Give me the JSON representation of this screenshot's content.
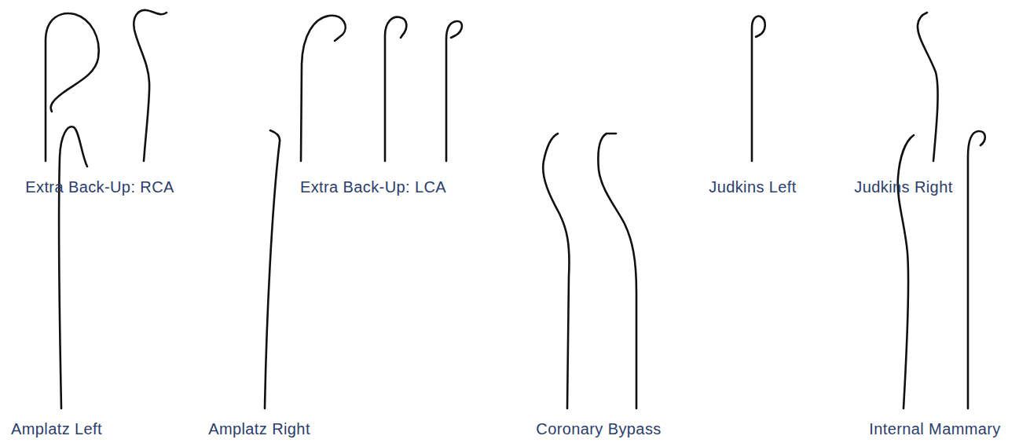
{
  "diagram": {
    "labels": [
      "Extra Back-Up: RCA",
      "Extra Back-Up: LCA",
      "Judkins Left",
      "Judkins Right",
      "Amplatz Left",
      "Amplatz Right",
      "Coronary Bypass",
      "Internal Mammary"
    ]
  }
}
